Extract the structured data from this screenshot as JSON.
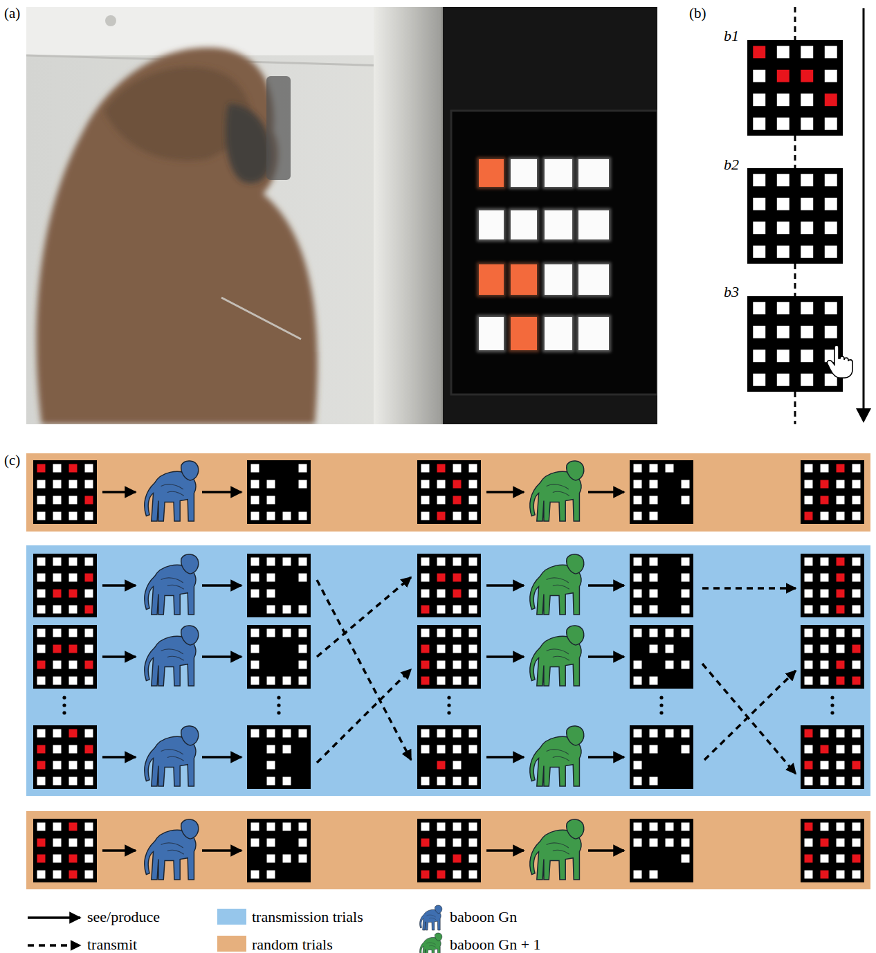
{
  "diagram": {
    "labels": [
      "(a)",
      "(b)",
      "b1",
      "b2",
      "b3",
      "(c)"
    ],
    "legend": [
      {
        "text": "see/produce"
      },
      {
        "text": "transmit"
      },
      {
        "text": "transmission trials",
        "color": "#96c6eb"
      },
      {
        "text": "random trials",
        "color": "#e6b07e"
      },
      {
        "text": "baboon Gn"
      },
      {
        "text": "baboon Gn + 1"
      }
    ]
  }
}
